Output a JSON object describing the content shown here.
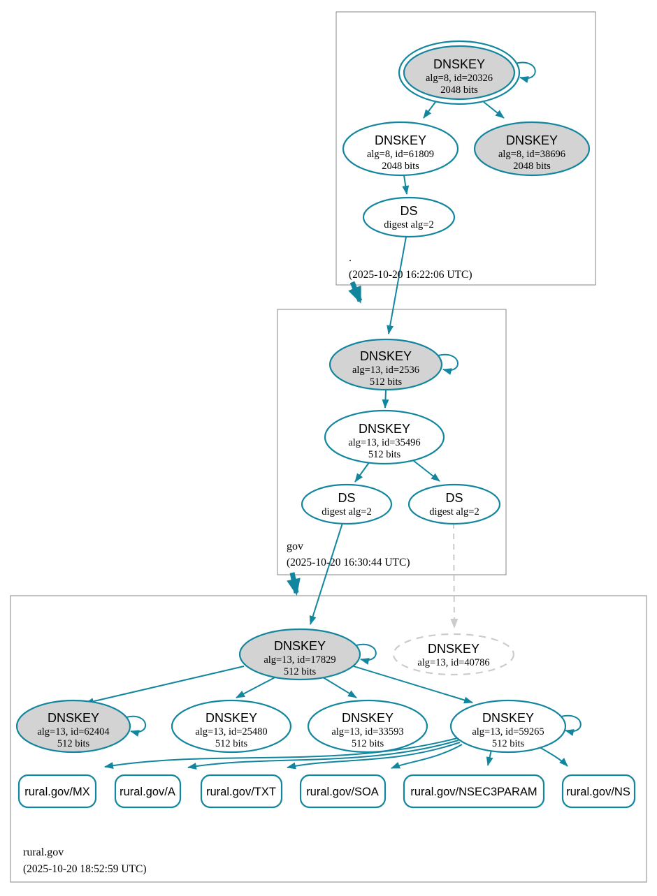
{
  "zones": [
    {
      "label": ".",
      "timestamp": "(2025-10-20 16:22:06 UTC)"
    },
    {
      "label": "gov",
      "timestamp": "(2025-10-20 16:30:44 UTC)"
    },
    {
      "label": "rural.gov",
      "timestamp": "(2025-10-20 18:52:59 UTC)"
    }
  ],
  "nodes": {
    "dnskey_20326": {
      "title": "DNSKEY",
      "detail1": "alg=8, id=20326",
      "detail2": "2048 bits"
    },
    "dnskey_61809": {
      "title": "DNSKEY",
      "detail1": "alg=8, id=61809",
      "detail2": "2048 bits"
    },
    "dnskey_38696": {
      "title": "DNSKEY",
      "detail1": "alg=8, id=38696",
      "detail2": "2048 bits"
    },
    "ds_root": {
      "title": "DS",
      "detail1": "digest alg=2"
    },
    "dnskey_2536": {
      "title": "DNSKEY",
      "detail1": "alg=13, id=2536",
      "detail2": "512 bits"
    },
    "dnskey_35496": {
      "title": "DNSKEY",
      "detail1": "alg=13, id=35496",
      "detail2": "512 bits"
    },
    "ds_gov_1": {
      "title": "DS",
      "detail1": "digest alg=2"
    },
    "ds_gov_2": {
      "title": "DS",
      "detail1": "digest alg=2"
    },
    "dnskey_17829": {
      "title": "DNSKEY",
      "detail1": "alg=13, id=17829",
      "detail2": "512 bits"
    },
    "dnskey_40786": {
      "title": "DNSKEY",
      "detail1": "alg=13, id=40786"
    },
    "dnskey_62404": {
      "title": "DNSKEY",
      "detail1": "alg=13, id=62404",
      "detail2": "512 bits"
    },
    "dnskey_25480": {
      "title": "DNSKEY",
      "detail1": "alg=13, id=25480",
      "detail2": "512 bits"
    },
    "dnskey_33593": {
      "title": "DNSKEY",
      "detail1": "alg=13, id=33593",
      "detail2": "512 bits"
    },
    "dnskey_59265": {
      "title": "DNSKEY",
      "detail1": "alg=13, id=59265",
      "detail2": "512 bits"
    }
  },
  "rrsets": [
    {
      "label": "rural.gov/MX"
    },
    {
      "label": "rural.gov/A"
    },
    {
      "label": "rural.gov/TXT"
    },
    {
      "label": "rural.gov/SOA"
    },
    {
      "label": "rural.gov/NSEC3PARAM"
    },
    {
      "label": "rural.gov/NS"
    }
  ],
  "colors": {
    "edge_teal": "#12869e",
    "node_fill_gray": "#d3d3d3",
    "node_fill_white": "#ffffff",
    "insecure_dashed_gray": "#cccccc",
    "zone_box_border": "#848484",
    "text": "#000000"
  }
}
